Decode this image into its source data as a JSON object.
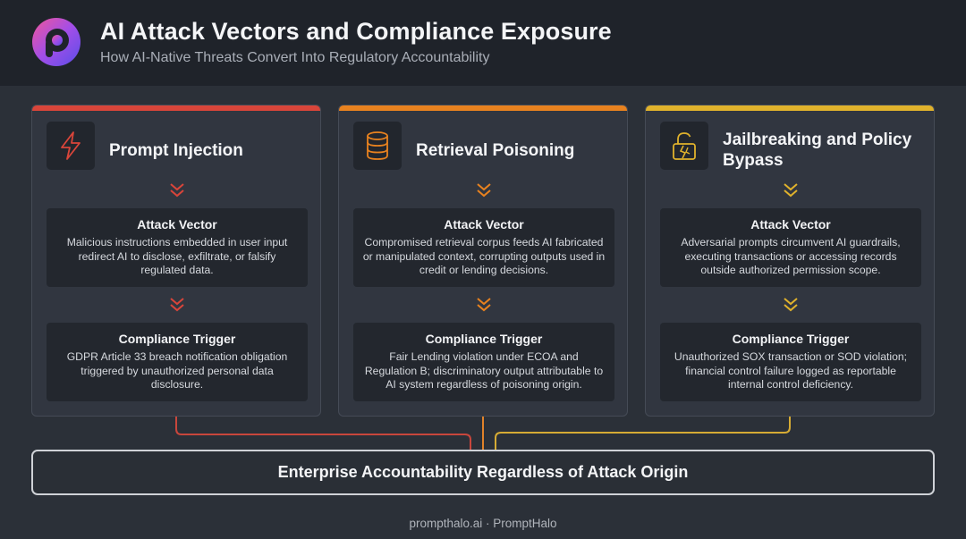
{
  "header": {
    "title": "AI Attack Vectors and Compliance Exposure",
    "subtitle": "How AI-Native Threats Convert Into Regulatory Accountability",
    "logo_icon": "prompthalo-logo-icon"
  },
  "columns": [
    {
      "title": "Prompt Injection",
      "accent": "#d9453a",
      "icon": "lightning-icon",
      "attack_heading": "Attack Vector",
      "attack_text": "Malicious instructions embedded in user input redirect AI to disclose, exfiltrate, or falsify regulated data.",
      "trigger_heading": "Compliance Trigger",
      "trigger_text": "GDPR Article 33 breach notification obligation triggered by unauthorized personal data disclosure."
    },
    {
      "title": "Retrieval Poisoning",
      "accent": "#e8821f",
      "icon": "database-icon",
      "attack_heading": "Attack Vector",
      "attack_text": "Compromised retrieval corpus feeds AI fabricated or manipulated context, corrupting outputs used in credit or lending decisions.",
      "trigger_heading": "Compliance Trigger",
      "trigger_text": "Fair Lending violation under ECOA and Regulation B; discriminatory output attributable to AI system regardless of poisoning origin."
    },
    {
      "title": "Jailbreaking and Policy Bypass",
      "accent": "#e0b22c",
      "icon": "broken-lock-icon",
      "attack_heading": "Attack Vector",
      "attack_text": "Adversarial prompts circumvent AI guardrails, executing transactions or accessing records outside authorized permission scope.",
      "trigger_heading": "Compliance Trigger",
      "trigger_text": "Unauthorized SOX transaction or SOD violation; financial control failure logged as reportable internal control deficiency."
    }
  ],
  "bottom": {
    "label": "Enterprise Accountability Regardless of Attack Origin"
  },
  "footer": {
    "text": "prompthalo.ai · PromptHalo"
  }
}
